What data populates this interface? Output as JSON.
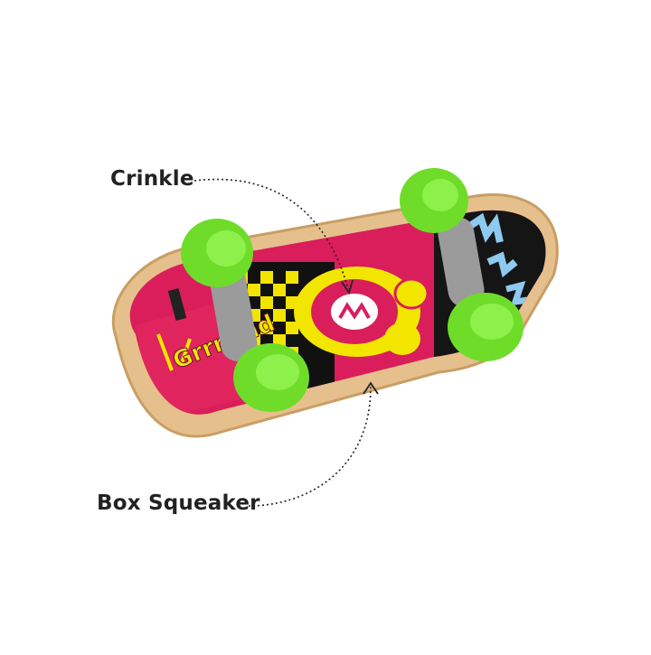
{
  "callouts": {
    "crinkle": "Crinkle",
    "box_squeaker": "Box Squeaker"
  },
  "product": {
    "name": "skateboard-plush-toy",
    "deck_graphic_text": "Grrrrind"
  },
  "colors": {
    "background": "#ffffff",
    "label_text": "#222222",
    "wheel_green": "#6fdc2a",
    "deck_pink": "#e0245e",
    "deck_yellow": "#f2e600",
    "plush_tan": "#e8c89a",
    "truck_gray": "#9a9a9a"
  }
}
